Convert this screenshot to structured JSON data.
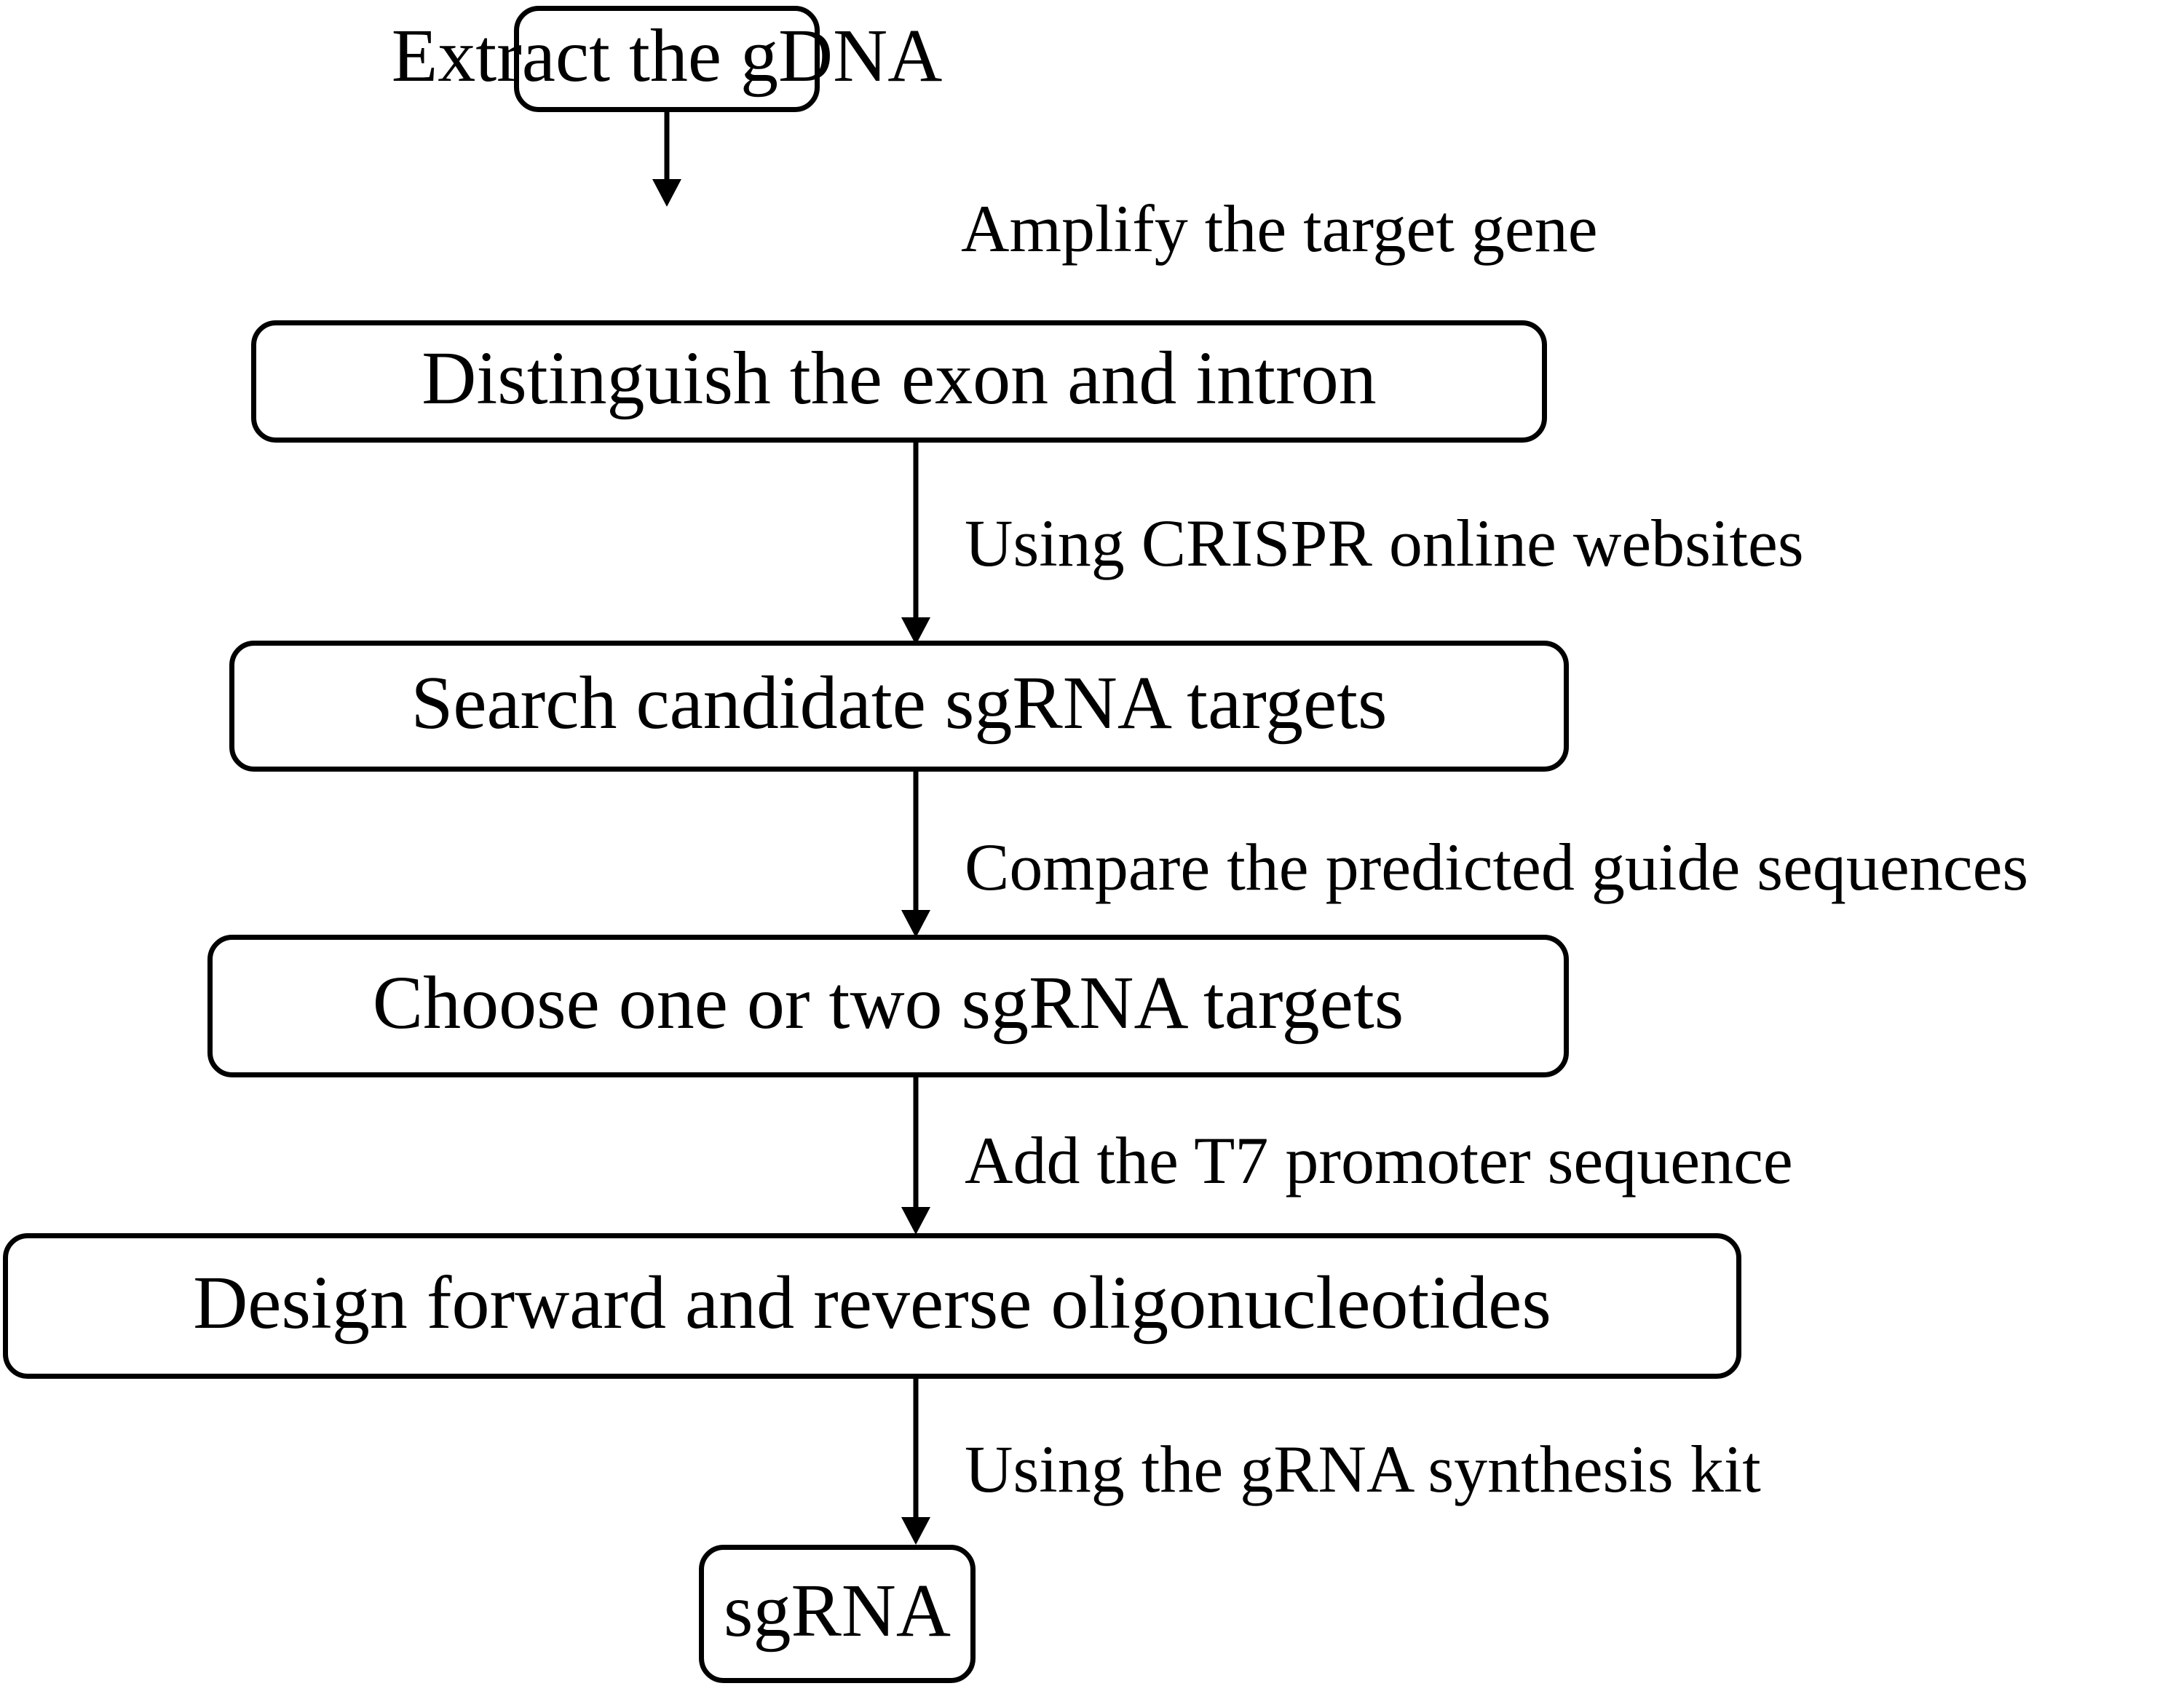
{
  "diagram": {
    "title": "sgRNA design workflow flowchart",
    "orientation": "top-to-bottom",
    "stroke_color": "#000000",
    "fill_color": "#ffffff",
    "background": "#ffffff",
    "nodes": [
      {
        "id": "n1",
        "label": "Extract the gDNA"
      },
      {
        "id": "n2",
        "label": "Distinguish the exon and intron"
      },
      {
        "id": "n3",
        "label": "Search candidate sgRNA targets"
      },
      {
        "id": "n4",
        "label": "Choose one or two sgRNA targets"
      },
      {
        "id": "n5",
        "label": "Design forward and reverse oligonucleotides"
      },
      {
        "id": "n6",
        "label": "sgRNA"
      }
    ],
    "edges": [
      {
        "id": "e1",
        "from": "n1",
        "to": "n2",
        "label": "Amplify the target gene"
      },
      {
        "id": "e2",
        "from": "n2",
        "to": "n3",
        "label": "Using CRISPR online websites"
      },
      {
        "id": "e3",
        "from": "n3",
        "to": "n4",
        "label": "Compare the predicted guide sequences"
      },
      {
        "id": "e4",
        "from": "n4",
        "to": "n5",
        "label": "Add the T7 promoter sequence"
      },
      {
        "id": "e5",
        "from": "n5",
        "to": "n6",
        "label": "Using the gRNA synthesis kit"
      }
    ]
  }
}
